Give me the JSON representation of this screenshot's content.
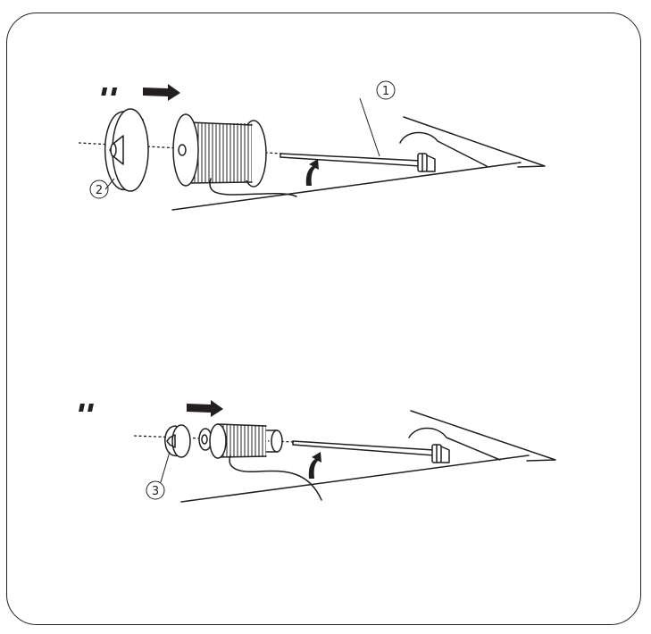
{
  "callouts": {
    "spool_pin": "1",
    "large_spool_holder": "2",
    "small_spool_holder": "3"
  },
  "colors": {
    "ink": "#231f20",
    "background": "#ffffff"
  }
}
